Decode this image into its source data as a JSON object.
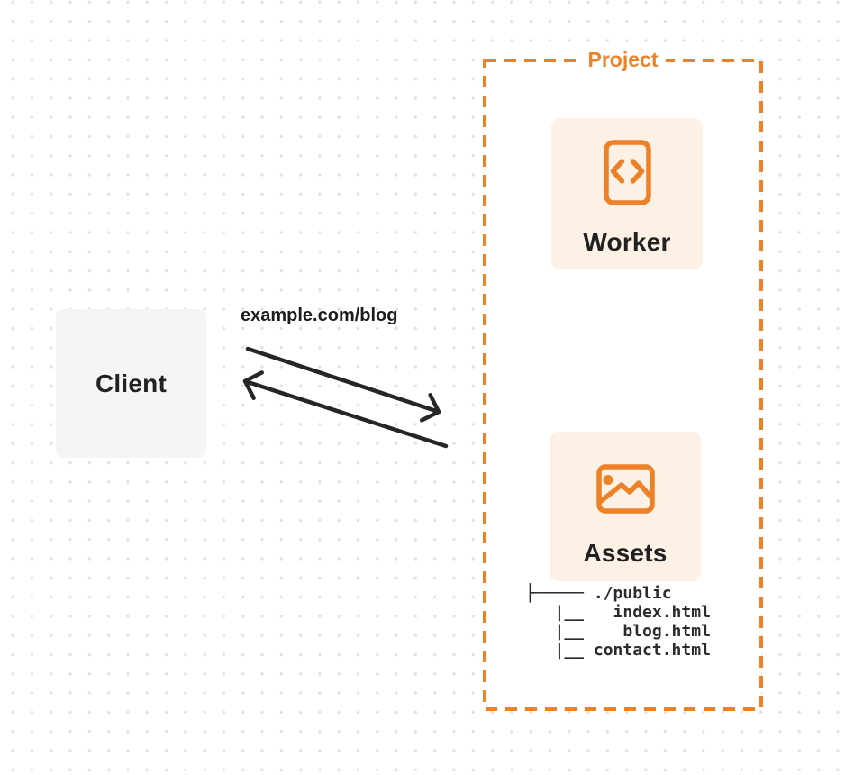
{
  "client": {
    "label": "Client"
  },
  "request": {
    "url_label": "example.com/blog"
  },
  "project": {
    "label": "Project",
    "worker": {
      "label": "Worker",
      "icon": "code-file-icon"
    },
    "assets": {
      "label": "Assets",
      "icon": "image-icon",
      "file_tree_text": "├───── ./public\n   |__   index.html\n   |__    blog.html\n   |__ contact.html"
    }
  },
  "icons": {
    "request_arrow": "arrow-right-icon",
    "response_arrow": "arrow-left-icon"
  },
  "colors": {
    "accent_orange": "#ED8127",
    "card_bg": "#FCF1E4",
    "client_bg": "#F5F5F6",
    "ink": "#212121",
    "arrow": "#262626",
    "dot_grid": "#E1E1E1"
  }
}
